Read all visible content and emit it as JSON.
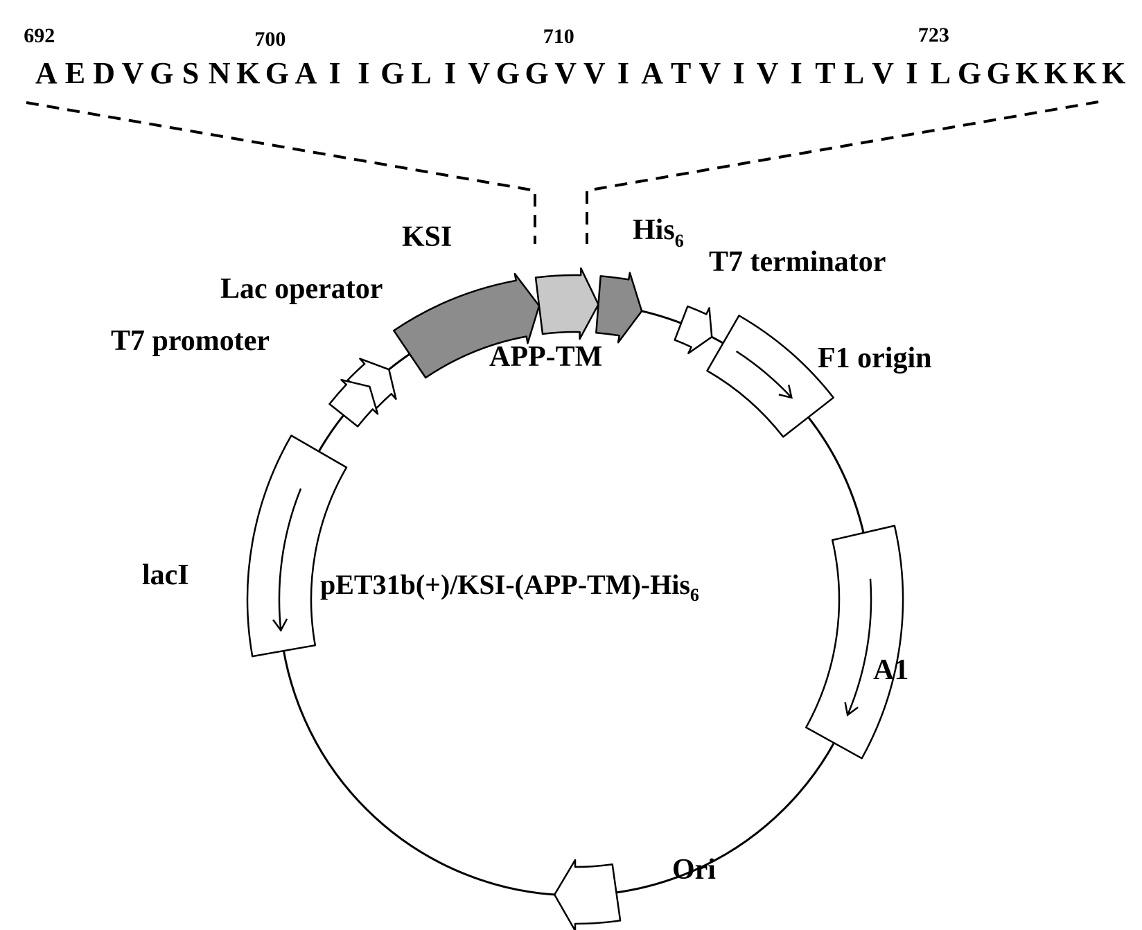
{
  "sequence": {
    "residues": [
      "A",
      "E",
      "D",
      "V",
      "G",
      "S",
      "N",
      "K",
      "G",
      "A",
      "I",
      "I",
      "G",
      "L",
      "I",
      "V",
      "G",
      "G",
      "V",
      "V",
      "I",
      "A",
      "T",
      "V",
      "I",
      "V",
      "I",
      "T",
      "L",
      "V",
      "I",
      "L",
      "G",
      "G",
      "K",
      "K",
      "K",
      "K"
    ],
    "position_markers": [
      {
        "label": "692",
        "index": 0
      },
      {
        "label": "700",
        "index": 8
      },
      {
        "label": "710",
        "index": 18
      },
      {
        "label": "723",
        "index": 31
      }
    ]
  },
  "plasmid": {
    "name": "pET31b(+)/KSI-(APP-TM)-His",
    "name_subscript": "6"
  },
  "features": {
    "ksi": "KSI",
    "app_tm": "APP-TM",
    "his": "His",
    "his_subscript": "6",
    "t7_terminator": "T7 terminator",
    "f1_origin": "F1 origin",
    "a1": "A1",
    "ori": "Ori",
    "laci": "lacI",
    "t7_promoter": "T7 promoter",
    "lac_operator": "Lac operator"
  },
  "colors": {
    "ksi_fill": "#8c8c8c",
    "his_fill": "#8c8c8c",
    "app_tm_fill": "#c8c8c8",
    "open_fill": "#ffffff",
    "line": "#000000"
  }
}
